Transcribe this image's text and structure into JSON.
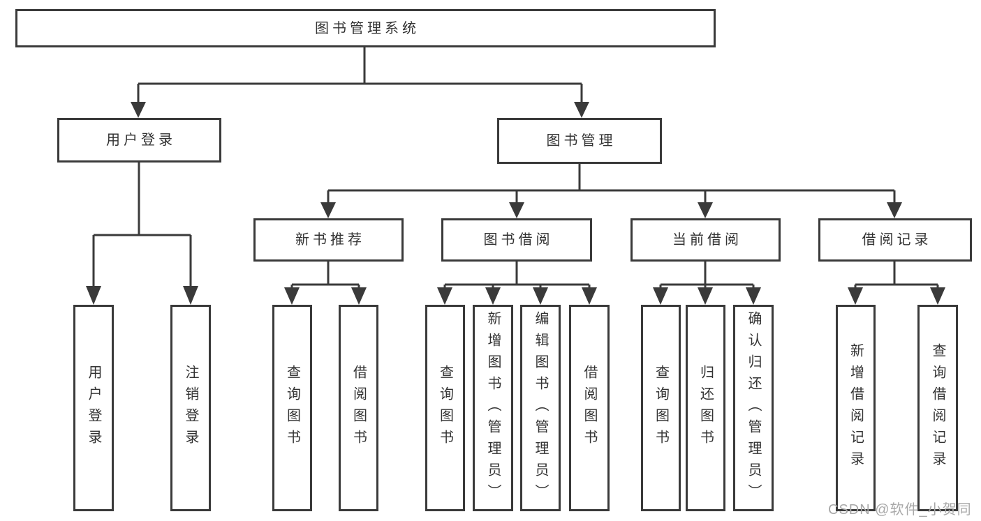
{
  "root": {
    "label": "图书管理系统"
  },
  "branches": [
    {
      "key": "user-login",
      "label": "用户登录",
      "children": [
        {
          "label": "用户登录"
        },
        {
          "label": "注销登录"
        }
      ]
    },
    {
      "key": "book-management",
      "label": "图书管理",
      "children": [
        {
          "key": "new-book-recommendation",
          "label": "新书推荐",
          "children": [
            {
              "label": "查询图书"
            },
            {
              "label": "借阅图书"
            }
          ]
        },
        {
          "key": "book-borrowing",
          "label": "图书借阅",
          "children": [
            {
              "label": "查询图书"
            },
            {
              "label": "新增图书（管理员）"
            },
            {
              "label": "编辑图书（管理员）"
            },
            {
              "label": "借阅图书"
            }
          ]
        },
        {
          "key": "current-borrowing",
          "label": "当前借阅",
          "children": [
            {
              "label": "查询图书"
            },
            {
              "label": "归还图书"
            },
            {
              "label": "确认归还（管理员）"
            }
          ]
        },
        {
          "key": "borrowing-records",
          "label": "借阅记录",
          "children": [
            {
              "label": "新增借阅记录"
            },
            {
              "label": "查询借阅记录"
            }
          ]
        }
      ]
    }
  ],
  "watermark": {
    "text": "CSDN @软件_小贺同学"
  },
  "colors": {
    "line": "#3a3a3a",
    "box_border": "#3a3a3a",
    "box_fill": "#ffffff",
    "text": "#333333",
    "watermark": "#a8a8a8",
    "background": "#ffffff"
  }
}
